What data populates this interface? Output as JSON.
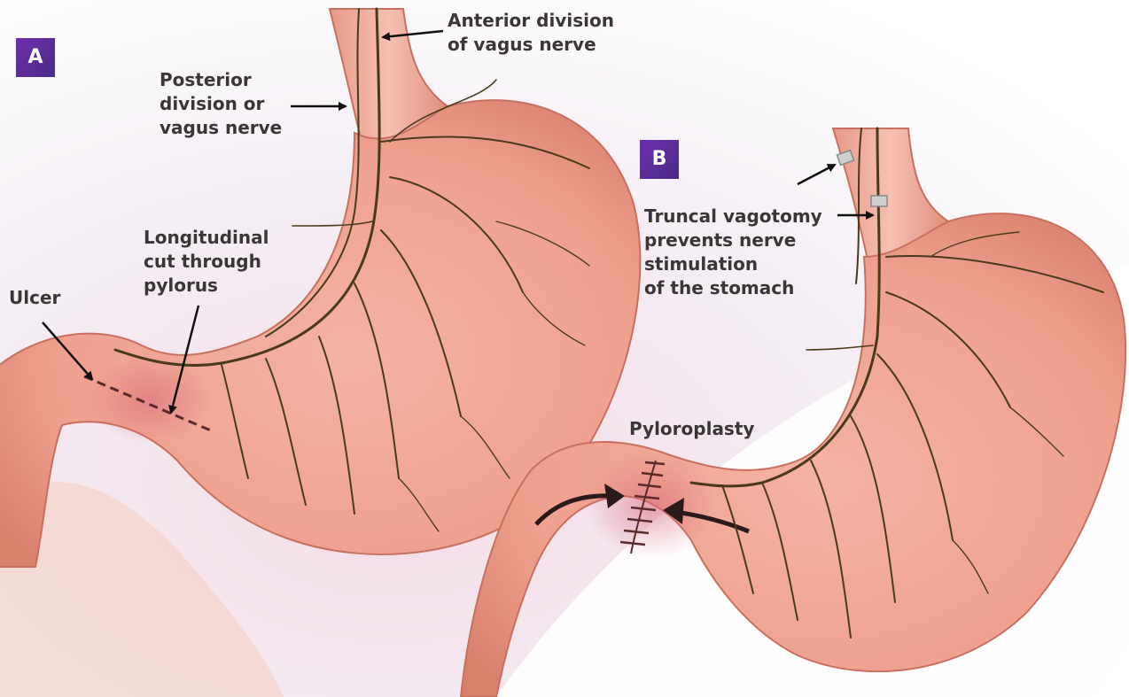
{
  "panel_a": {
    "badge": "A",
    "labels": {
      "anterior": [
        "Anterior division",
        "of vagus nerve"
      ],
      "posterior": [
        "Posterior",
        "division or",
        "vagus nerve"
      ],
      "longitudinal": [
        "Longitudinal",
        "cut through",
        "pylorus"
      ],
      "ulcer": "Ulcer"
    }
  },
  "panel_b": {
    "badge": "B",
    "labels": {
      "truncal": [
        "Truncal vagotomy",
        "prevents nerve",
        "stimulation",
        "of the stomach"
      ],
      "pyloroplasty": "Pyloroplasty"
    }
  },
  "colors": {
    "stomach_fill": "#efa593",
    "stomach_edge": "#c8705f",
    "nerve": "#4a3a1c",
    "label_text": "#3a3636",
    "badge_bg": "#5a2c9a",
    "arrow": "#111111"
  }
}
